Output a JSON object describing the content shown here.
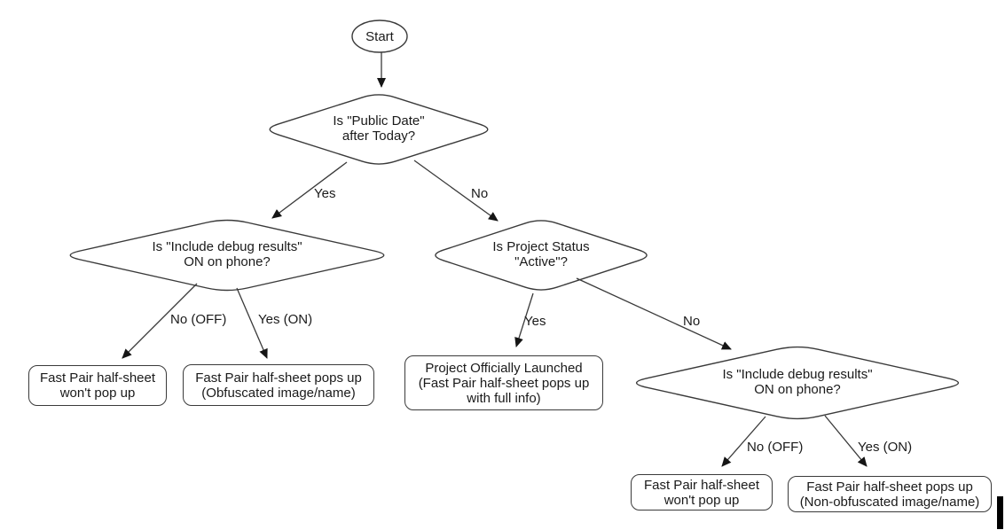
{
  "diagram": {
    "type": "flowchart",
    "background": "#ffffff",
    "stroke_color": "#3a3a3a",
    "arrow_color": "#151515",
    "text_color": "#1a1a1a",
    "nodes": {
      "start": {
        "shape": "oval",
        "label": "Start"
      },
      "public_date": {
        "shape": "decision",
        "label": "Is \"Public Date\"\nafter Today?"
      },
      "debug_on_phone_left": {
        "shape": "decision",
        "label": "Is \"Include debug results\"\nON on phone?"
      },
      "project_status": {
        "shape": "decision",
        "label": "Is Project Status\n\"Active\"?"
      },
      "debug_on_phone_right": {
        "shape": "decision",
        "label": "Is \"Include debug results\"\nON on phone?"
      },
      "no_popup_left": {
        "shape": "result",
        "label": "Fast Pair half-sheet\nwon't pop up"
      },
      "obfuscated_popup": {
        "shape": "result",
        "label": "Fast Pair half-sheet pops up\n(Obfuscated image/name)"
      },
      "launched": {
        "shape": "result",
        "label": "Project Officially Launched\n(Fast Pair half-sheet pops up\nwith full info)"
      },
      "no_popup_right": {
        "shape": "result",
        "label": "Fast Pair half-sheet\nwon't pop up"
      },
      "non_obfuscated_popup": {
        "shape": "result",
        "label": "Fast Pair half-sheet pops up\n(Non-obfuscated image/name)"
      }
    },
    "edge_labels": {
      "public_date_yes": "Yes",
      "public_date_no": "No",
      "debug_left_no": "No (OFF)",
      "debug_left_yes": "Yes (ON)",
      "project_status_yes": "Yes",
      "project_status_no": "No",
      "debug_right_no": "No (OFF)",
      "debug_right_yes": "Yes (ON)"
    }
  }
}
